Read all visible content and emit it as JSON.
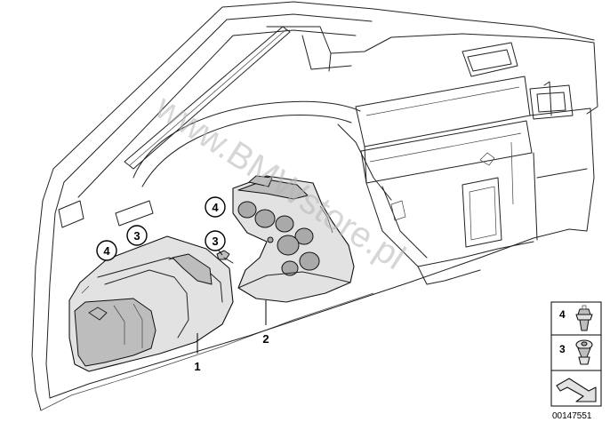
{
  "watermark": "www.BMWstore.pl",
  "callouts": {
    "part_1": "1",
    "part_2": "2",
    "clip_3_left": "3",
    "clip_3_right": "3",
    "clip_4_left": "4",
    "clip_4_right": "4"
  },
  "legend": {
    "item_4": "4",
    "item_3": "3"
  },
  "diagram_id": "00147551",
  "colors": {
    "line": "#222222",
    "part_fill": "#e2e2e2",
    "watermark": "#b5b5b5"
  }
}
